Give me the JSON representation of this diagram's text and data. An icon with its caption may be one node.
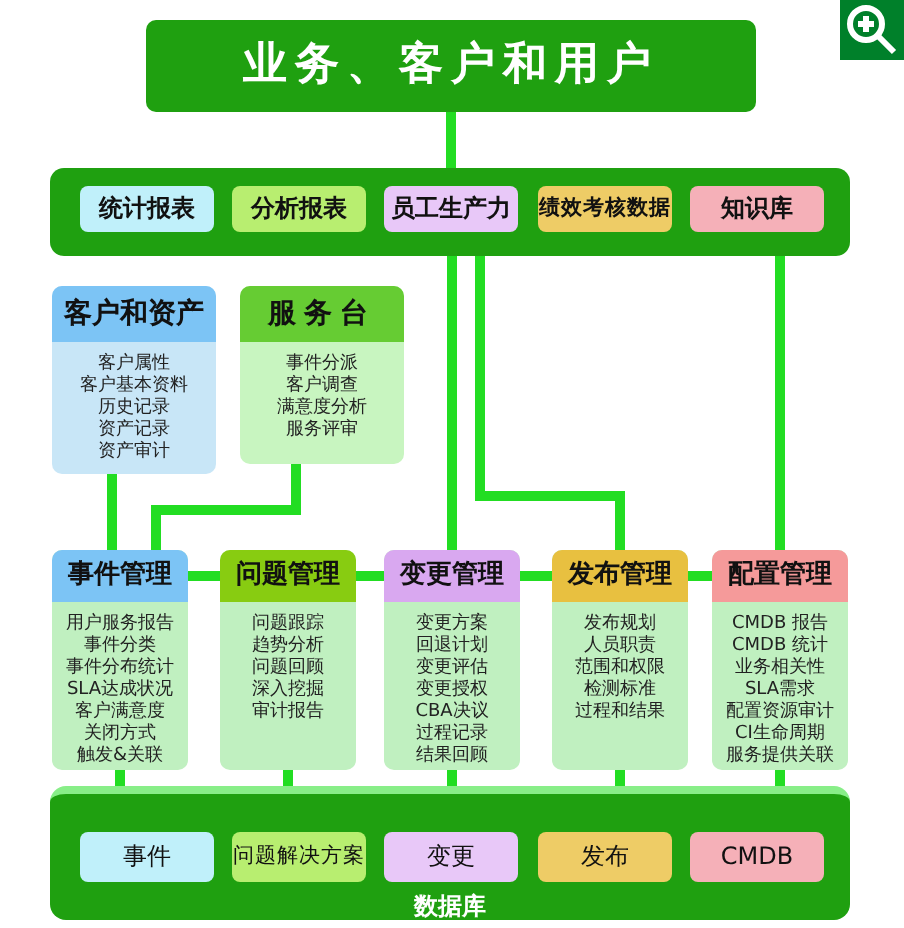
{
  "diagram": {
    "nodes": [
      {
        "text": [
          "业务、客户和用户"
        ]
      },
      {
        "text": [],
        "shape": "box"
      },
      {
        "text": [
          "统计报表"
        ],
        "in": 1
      },
      {
        "text": [
          "分析报表"
        ],
        "in": 1
      },
      {
        "text": [
          "员工生产力"
        ],
        "in": 1
      },
      {
        "text": [
          "绩效考核数据"
        ],
        "in": 1
      },
      {
        "text": [
          "知识库"
        ],
        "in": 1
      },
      {
        "text": [
          "客户和资产",
          "客户属性",
          "客户基本资料",
          "历史记录",
          "资产记录",
          "资产审计"
        ]
      },
      {
        "text": [
          "服务台",
          "事件分派",
          "客户调查",
          "满意度分析",
          "服务评审"
        ]
      },
      {
        "text": [
          "事件管理",
          "用户服务报告",
          "事件分类",
          "事件分布统计",
          "SLA达成状况",
          "客户满意度",
          "关闭方式",
          "触发&关联"
        ]
      },
      {
        "text": [
          "问题管理",
          "问题跟踪",
          "趋势分析",
          "问题回顾",
          "深入挖掘",
          "审计报告"
        ]
      },
      {
        "text": [
          "变更管理",
          "变更方案",
          "回退计划",
          "变更评估",
          "变更授权",
          "CBA决议",
          "过程记录",
          "结果回顾"
        ]
      },
      {
        "text": [
          "发布管理",
          "发布规划",
          "人员职责",
          "范围和权限",
          "检测标准",
          "过程和结果"
        ]
      },
      {
        "text": [
          "配置管理",
          "CMDB 报告",
          "CMDB 统计",
          "业务相关性",
          "SLA需求",
          "配置资源审计",
          "CI生命周期",
          "服务提供关联"
        ]
      },
      {
        "text": [
          "数据库"
        ]
      },
      {
        "text": [
          "事件"
        ],
        "in": 14
      },
      {
        "text": [
          "问题解决方案"
        ],
        "in": 14
      },
      {
        "text": [
          "变更"
        ],
        "in": 14
      },
      {
        "text": [
          "发布"
        ],
        "in": 14
      },
      {
        "text": [
          "CMDB"
        ],
        "in": 14
      }
    ],
    "edges": [
      {
        "from": 0,
        "to": 1,
        "arrow": "none"
      },
      {
        "from": 1,
        "to": 11,
        "arrow": "none"
      },
      {
        "from": 7,
        "to": 9,
        "arrow": "none"
      },
      {
        "from": 8,
        "to": 9,
        "arrow": "none"
      },
      {
        "from": 1,
        "to": 12,
        "arrow": "none"
      },
      {
        "from": 1,
        "to": 13,
        "arrow": "none"
      },
      {
        "from": 9,
        "to": 10,
        "arrow": "none"
      },
      {
        "from": 10,
        "to": 11,
        "arrow": "none"
      },
      {
        "from": 11,
        "to": 12,
        "arrow": "none"
      },
      {
        "from": 12,
        "to": 13,
        "arrow": "none"
      },
      {
        "from": 9,
        "to": 14,
        "arrow": "none"
      },
      {
        "from": 10,
        "to": 14,
        "arrow": "none"
      },
      {
        "from": 11,
        "to": 14,
        "arrow": "none"
      },
      {
        "from": 12,
        "to": 14,
        "arrow": "none"
      },
      {
        "from": 13,
        "to": 14,
        "arrow": "none"
      }
    ]
  }
}
